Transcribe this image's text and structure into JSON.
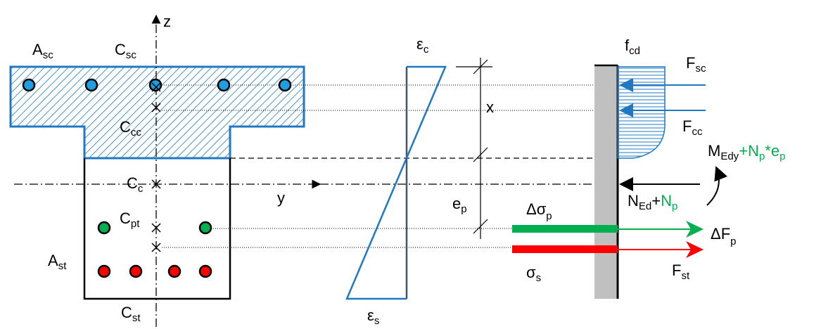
{
  "labels": {
    "z_axis": "z",
    "y_axis": "y",
    "asc": {
      "main": "A",
      "sub": "sc"
    },
    "csc": {
      "main": "C",
      "sub": "sc"
    },
    "ccc": {
      "main": "C",
      "sub": "cc"
    },
    "cc": {
      "main": "C",
      "sub": "c"
    },
    "cpt": {
      "main": "C",
      "sub": "pt"
    },
    "ast": {
      "main": "A",
      "sub": "st"
    },
    "cst": {
      "main": "C",
      "sub": "st"
    },
    "eps_c": {
      "main": "ε",
      "sub": "c"
    },
    "eps_s": {
      "main": "ε",
      "sub": "s"
    },
    "x": "x",
    "ep": {
      "main": "e",
      "sub": "p"
    },
    "fcd": {
      "main": "f",
      "sub": "cd"
    },
    "fsc": {
      "main": "F",
      "sub": "sc"
    },
    "fcc": {
      "main": "F",
      "sub": "cc"
    },
    "moment": {
      "main": "M",
      "sub": "Edy",
      "plus": "+N",
      "sub2": "p",
      "star": "*e",
      "sub3": "p"
    },
    "normal": {
      "main": "N",
      "sub": "Ed",
      "plus": "+",
      "green": "N",
      "sub2": "p"
    },
    "dsigma_p": {
      "main": "Δσ",
      "sub": "p"
    },
    "sigma_s": {
      "main": "σ",
      "sub": "s"
    },
    "dfp": {
      "main": "ΔF",
      "sub": "p"
    },
    "fst": {
      "main": "F",
      "sub": "st"
    }
  },
  "colors": {
    "concrete": "#1f78c1",
    "prestress": "#00b050",
    "steel": "#ff0000",
    "top_bar": "#1ea0e0",
    "grey": "#c0c0c0"
  }
}
